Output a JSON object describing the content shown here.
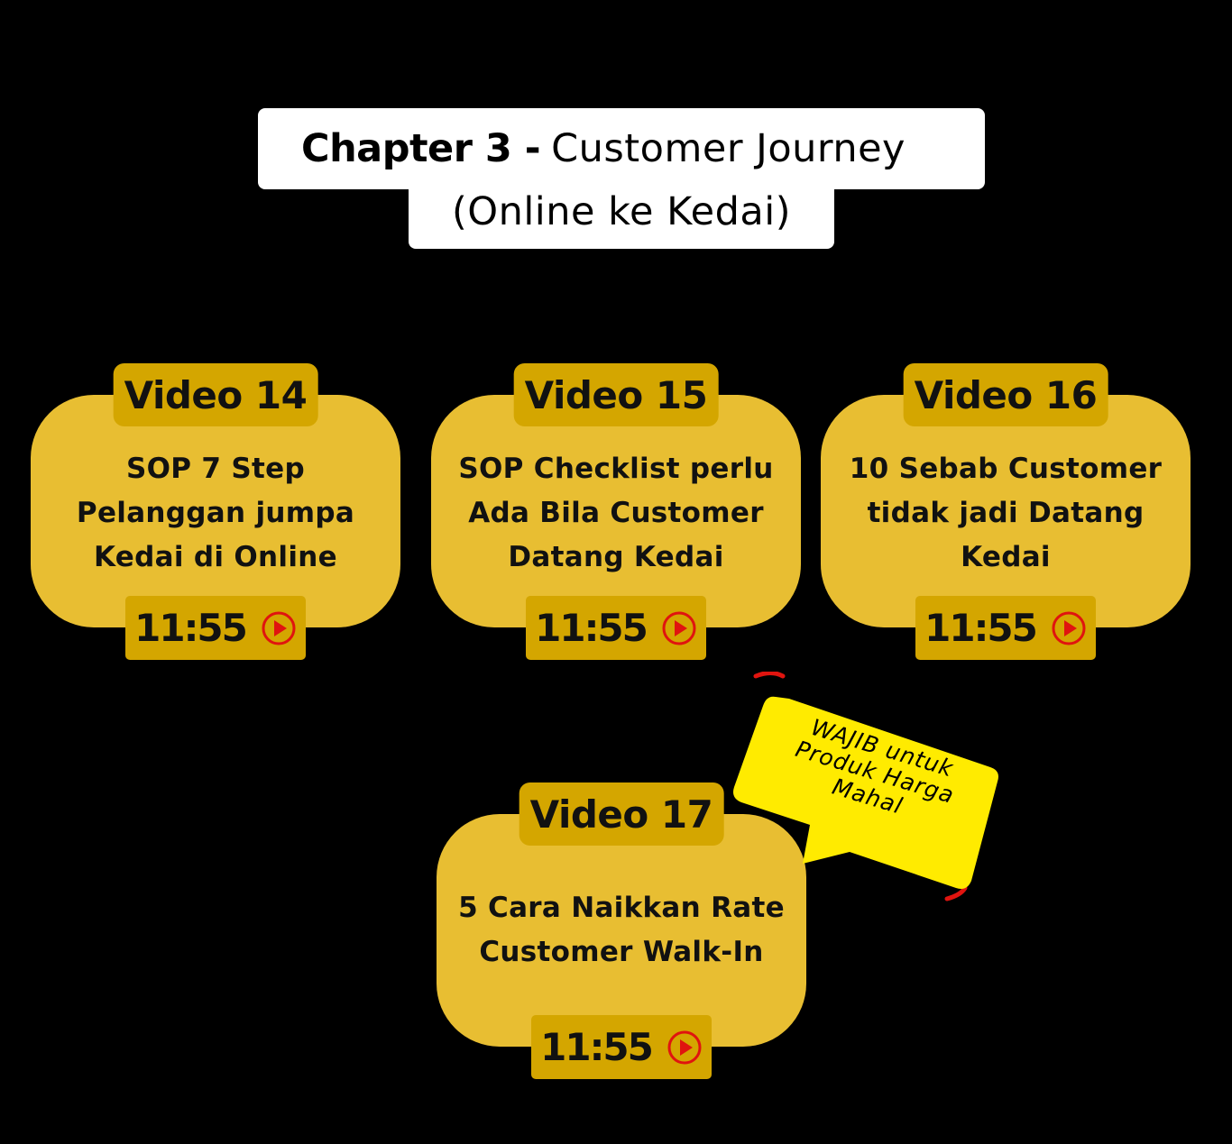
{
  "header": {
    "chapter_label": "Chapter 3 -",
    "chapter_title": "Customer Journey",
    "chapter_subtitle": "(Online ke Kedai)"
  },
  "colors": {
    "background": "#000000",
    "card": "#E8BE32",
    "tag": "#D4A600",
    "play_icon": "#E0140F",
    "sticky_note": "#FFEB00",
    "accent_red": "#E0140F"
  },
  "videos": [
    {
      "label": "Video 14",
      "description_lines": [
        "SOP 7 Step",
        "Pelanggan jumpa",
        "Kedai di Online"
      ],
      "duration": "11:55",
      "icon": "play-icon"
    },
    {
      "label": "Video 15",
      "description_lines": [
        "SOP Checklist perlu",
        "Ada Bila Customer",
        "Datang Kedai"
      ],
      "duration": "11:55",
      "icon": "play-icon"
    },
    {
      "label": "Video 16",
      "description_lines": [
        "10 Sebab Customer",
        "tidak jadi Datang",
        "Kedai"
      ],
      "duration": "11:55",
      "icon": "play-icon"
    },
    {
      "label": "Video 17",
      "description_lines": [
        "5 Cara Naikkan Rate",
        "Customer Walk-In"
      ],
      "duration": "11:55",
      "icon": "play-icon"
    }
  ],
  "sticky_note": {
    "lines": [
      "WAJIB untuk",
      "Produk Harga",
      "Mahal"
    ]
  }
}
